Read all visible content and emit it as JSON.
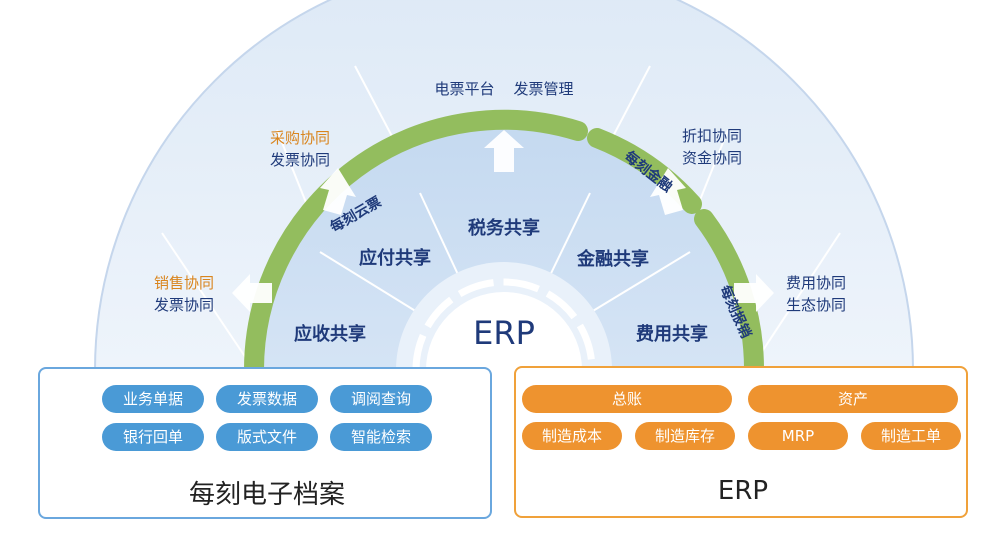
{
  "outer_ring": {
    "top": {
      "line1": "电票平台",
      "line2": "发票管理"
    },
    "upper_left": {
      "line1": "采购协同",
      "line2": "发票协同"
    },
    "left": {
      "line1": "销售协同",
      "line2": "发票协同"
    },
    "upper_right": {
      "line1": "折扣协同",
      "line2": "资金协同"
    },
    "right": {
      "line1": "费用协同",
      "line2": "生态协同"
    }
  },
  "arc_labels": {
    "cloud_invoice": "每刻云票",
    "finance": "每刻金融",
    "expense": "每刻报销"
  },
  "inner_sectors": {
    "receivable": "应收共享",
    "payable": "应付共享",
    "tax": "税务共享",
    "finance": "金融共享",
    "expense": "费用共享"
  },
  "core": {
    "label": "ERP"
  },
  "archive_box": {
    "title": "每刻电子档案",
    "pills": [
      "业务单据",
      "发票数据",
      "调阅查询",
      "银行回单",
      "版式文件",
      "智能检索"
    ]
  },
  "erp_box": {
    "title": "ERP",
    "row1": [
      "总账",
      "资产"
    ],
    "row2": [
      "制造成本",
      "制造库存",
      "MRP",
      "制造工单"
    ]
  },
  "colors": {
    "outer_fill": "#e6eef8",
    "inner_fill": "#c9dcf1",
    "green_arc": "#93bd5e",
    "blue_pill": "#4a9ad6",
    "orange_pill": "#ee932f",
    "text_navy": "#1f3a7a",
    "text_orange": "#d9851e"
  }
}
